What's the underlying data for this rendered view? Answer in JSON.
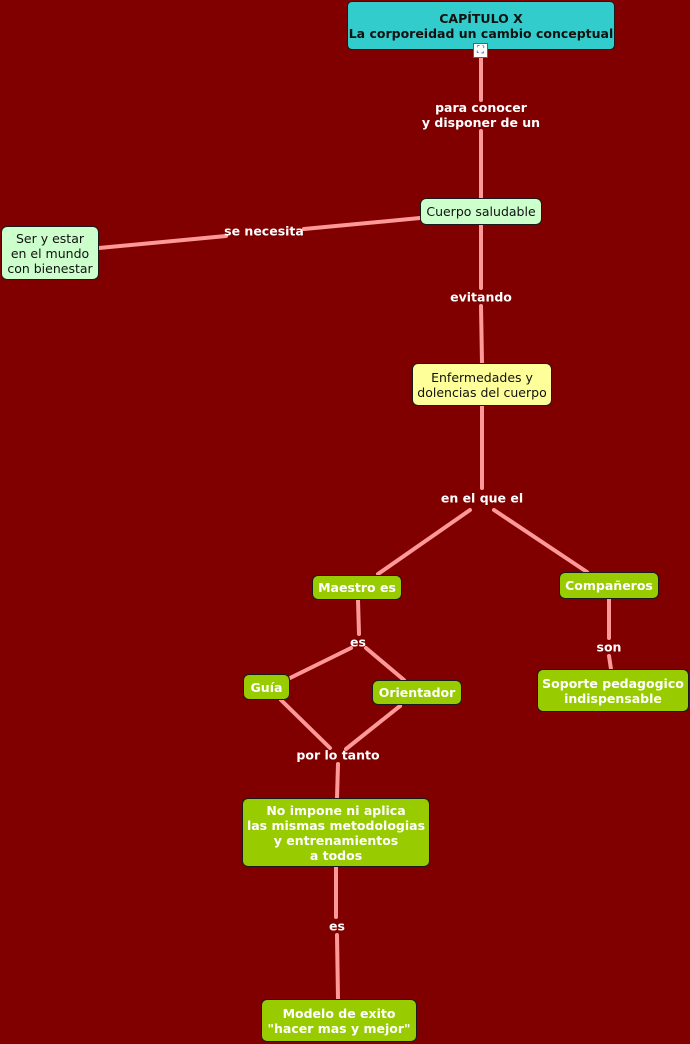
{
  "colors": {
    "background": "#800000",
    "link": "#ff9999",
    "title_node": "#33cccc",
    "light_green_node": "#ccffcc",
    "yellow_node": "#ffff99",
    "green_node": "#99cc00"
  },
  "nodes": {
    "title": "CAPÍTULO X\nLa corporeidad un cambio conceptual",
    "cuerpo": "Cuerpo saludable",
    "ser": "Ser y estar\nen el mundo\ncon bienestar",
    "enfermedades": "Enfermedades y\ndolencias del cuerpo",
    "maestro": "Maestro es",
    "companeros": "Compañeros",
    "soporte": "Soporte pedagogico\nindispensable",
    "guia": "Guía",
    "orientador": "Orientador",
    "no_impone": "No impone ni aplica\nlas mismas metodologias\ny entrenamientos\na todos",
    "modelo": "Modelo de exito\n\"hacer mas y mejor\""
  },
  "links": {
    "para_conocer": "para conocer\ny disponer de un",
    "se_necesita": "se necesita",
    "evitando": "evitando",
    "en_el_que": "en el que el",
    "son": "son",
    "es1": "es",
    "por_lo_tanto": "por lo tanto",
    "es2": "es"
  },
  "icons": {
    "title_icon": "concept-map-icon"
  }
}
